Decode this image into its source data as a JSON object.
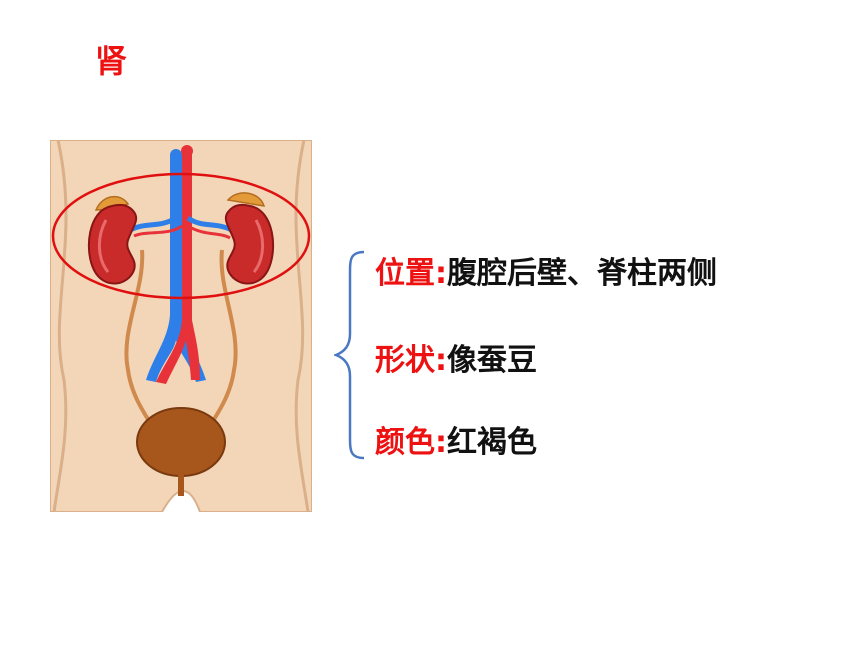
{
  "title": "肾",
  "properties": [
    {
      "label": "位置",
      "sep": ":",
      "value": "腹腔后壁、脊柱两侧"
    },
    {
      "label": "形状",
      "sep": ":",
      "value": "像蚕豆"
    },
    {
      "label": "颜色",
      "sep": ":",
      "value": "红褐色"
    }
  ],
  "colors": {
    "label": "#ee1111",
    "value": "#111111",
    "skin": "#f3d6b8",
    "kidney": "#c92a2a",
    "vein": "#2f7fe8",
    "artery": "#e8323a",
    "bladder": "#a8571c",
    "ureter": "#d08a4e",
    "highlight_ellipse": "#e01010",
    "brace": "#4a78c2"
  }
}
